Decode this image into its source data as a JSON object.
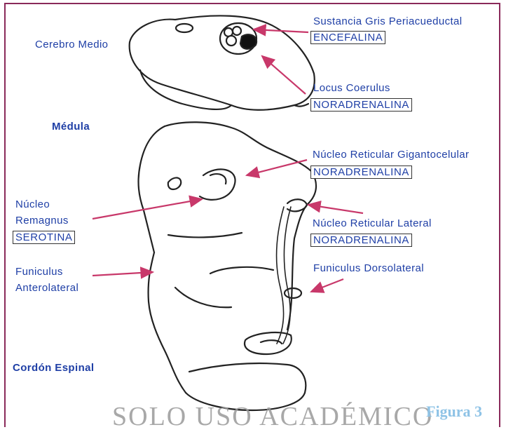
{
  "labels": {
    "cerebro_medio": "Cerebro Medio",
    "medula": "Médula",
    "cordon_espinal": "Cordón Espinal",
    "sustancia_gris": "Sustancia Gris Periacueductal",
    "encefalina": "ENCEFALINA",
    "locus_coerulus": "Locus Coerulus",
    "noradrenalina_1": "NORADRENALINA",
    "nucleo_gigantocelular": "Núcleo Reticular Gigantocelular",
    "noradrenalina_2": "NORADRENALINA",
    "nucleo_remagnus_1": "Núcleo",
    "nucleo_remagnus_2": "Remagnus",
    "serotina": "SEROTINA",
    "nucleo_lateral": "Núcleo Reticular Lateral",
    "noradrenalina_3": "NORADRENALINA",
    "funiculus_antero_1": "Funiculus",
    "funiculus_antero_2": "Anterolateral",
    "funiculus_dorso": "Funiculus Dorsolateral"
  },
  "watermark": "SOLO USO ACADÉMICO",
  "figure_label": "Figura 3",
  "colors": {
    "label_text": "#1f3fa6",
    "arrow": "#c8386a",
    "frame": "#8a2a5a",
    "outline": "#222222"
  }
}
